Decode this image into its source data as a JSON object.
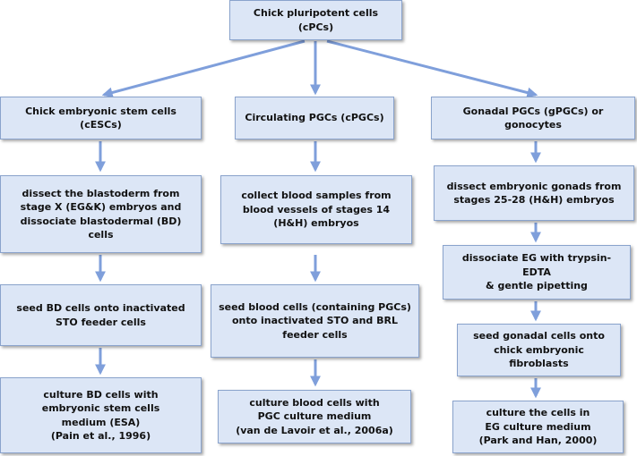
{
  "root": {
    "label": "Chick pluripotent cells (cPCs)"
  },
  "columns": [
    {
      "title": "Chick embryonic stem cells (cESCs)",
      "steps": [
        "dissect the blastoderm from\nstage X (EG&K) embryos and\ndissociate blastodermal (BD) cells",
        "seed BD cells onto inactivated\nSTO feeder cells",
        "culture BD cells with\nembryonic stem cells\nmedium (ESA)\n(Pain et al., 1996)"
      ]
    },
    {
      "title": "Circulating PGCs (cPGCs)",
      "steps": [
        "collect blood samples from\nblood vessels of stages 14\n(H&H) embryos",
        "seed blood cells (containing PGCs)\nonto inactivated STO and BRL\nfeeder cells",
        "culture blood cells with\nPGC culture medium\n(van de Lavoir et al., 2006a)"
      ]
    },
    {
      "title": "Gonadal PGCs (gPGCs) or gonocytes",
      "steps": [
        "dissect embryonic gonads from\nstages 25-28 (H&H) embryos",
        "dissociate EG with trypsin-EDTA\n& gentle pipetting",
        "seed gonadal cells onto\nchick embryonic fibroblasts",
        "culture the cells in\nEG culture medium\n(Park and Han, 2000)"
      ]
    }
  ],
  "colors": {
    "box_fill": "#dce6f6",
    "box_border": "#8aa3cc",
    "arrow": "#7f9fdb"
  }
}
